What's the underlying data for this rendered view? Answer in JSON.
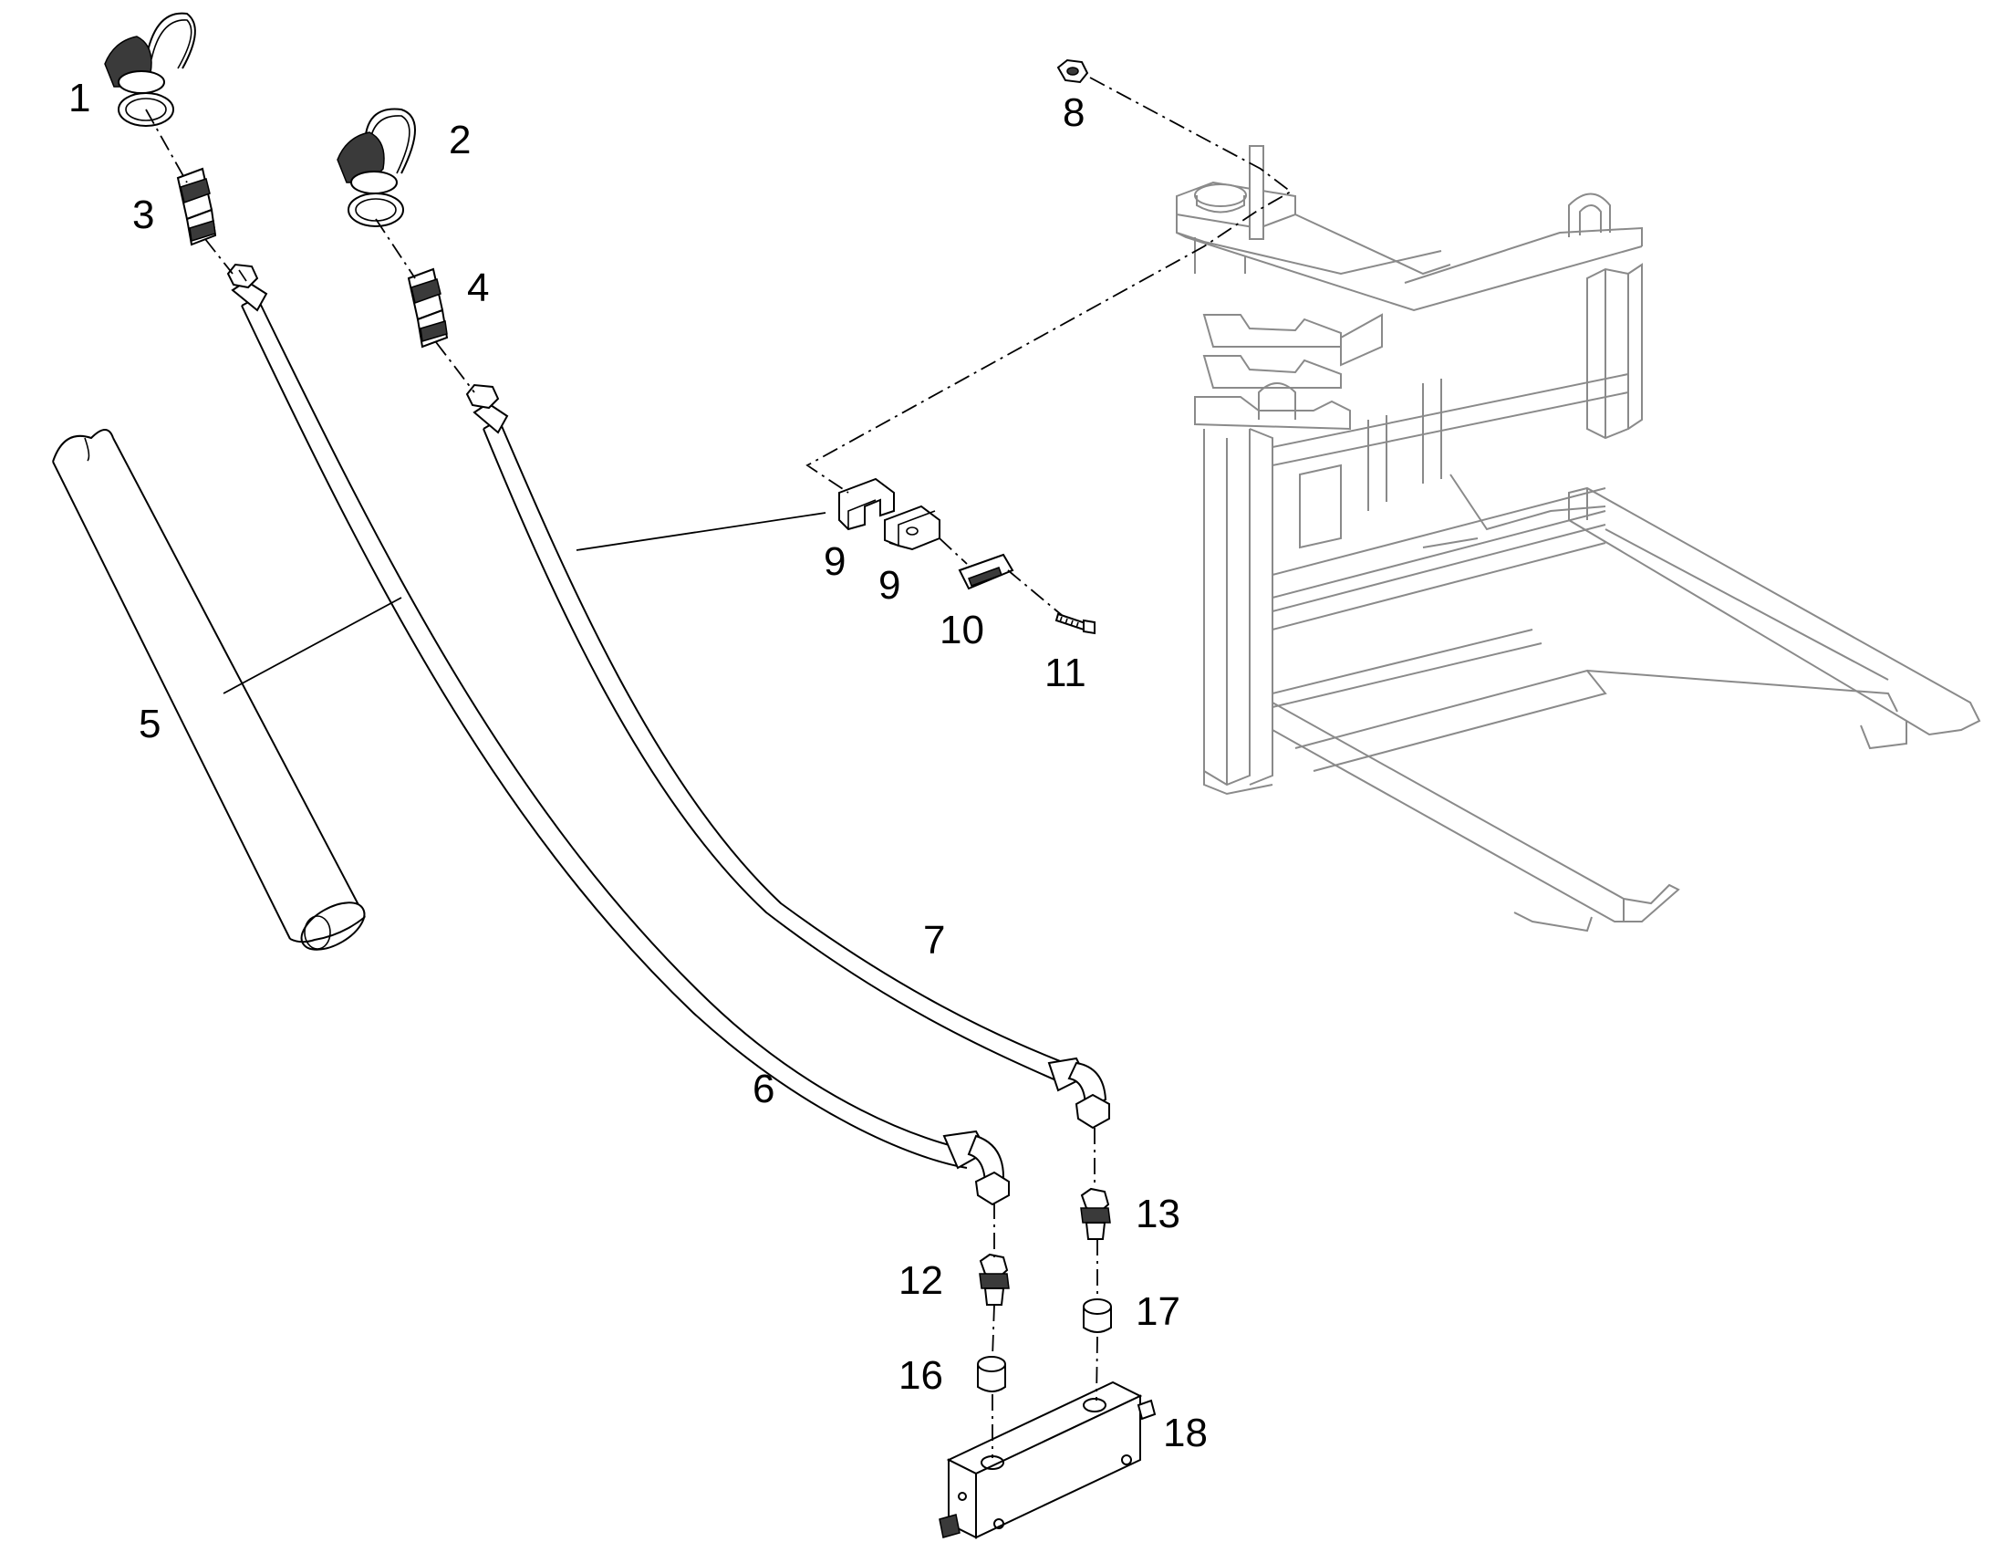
{
  "labels": [
    {
      "id": "1",
      "text": "1"
    },
    {
      "id": "2",
      "text": "2"
    },
    {
      "id": "3",
      "text": "3"
    },
    {
      "id": "4",
      "text": "4"
    },
    {
      "id": "5",
      "text": "5"
    },
    {
      "id": "6",
      "text": "6"
    },
    {
      "id": "7",
      "text": "7"
    },
    {
      "id": "8",
      "text": "8"
    },
    {
      "id": "9a",
      "text": "9"
    },
    {
      "id": "9b",
      "text": "9"
    },
    {
      "id": "10",
      "text": "10"
    },
    {
      "id": "11",
      "text": "11"
    },
    {
      "id": "12",
      "text": "12"
    },
    {
      "id": "13",
      "text": "13"
    },
    {
      "id": "16",
      "text": "16"
    },
    {
      "id": "17",
      "text": "17"
    },
    {
      "id": "18",
      "text": "18"
    }
  ]
}
